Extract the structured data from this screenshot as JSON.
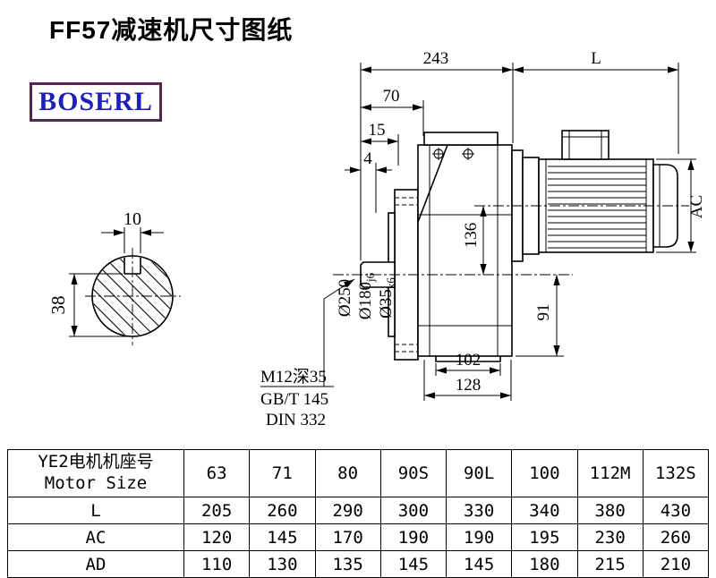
{
  "page": {
    "title": "FF57减速机尺寸图纸",
    "brand": "BOSERL"
  },
  "drawing": {
    "top": {
      "d243": "243",
      "dL": "L",
      "d70": "70",
      "d15": "15",
      "d4": "4"
    },
    "left_view": {
      "d10": "10",
      "d38": "38"
    },
    "diameters": {
      "flange": "Ø250",
      "spigot": "Ø180",
      "spigot_tol": "j6",
      "shaft": "Ø35",
      "shaft_tol": "k6"
    },
    "vertical": {
      "d136": "136",
      "d91": "91",
      "dAC": "AC"
    },
    "bottom": {
      "d102": "102",
      "d128": "128"
    },
    "notes": {
      "thread": "M12深35",
      "gb": "GB/T 145",
      "din": "DIN 332"
    }
  },
  "table": {
    "header": {
      "line1": "YE2电机机座号",
      "line2": "Motor Size"
    },
    "sizes": [
      "63",
      "71",
      "80",
      "90S",
      "90L",
      "100",
      "112M",
      "132S"
    ],
    "rows": [
      {
        "label": "L",
        "values": [
          "205",
          "260",
          "290",
          "300",
          "330",
          "340",
          "380",
          "430"
        ]
      },
      {
        "label": "AC",
        "values": [
          "120",
          "145",
          "170",
          "190",
          "190",
          "195",
          "230",
          "260"
        ]
      },
      {
        "label": "AD",
        "values": [
          "110",
          "130",
          "135",
          "145",
          "145",
          "180",
          "215",
          "210"
        ]
      }
    ]
  }
}
